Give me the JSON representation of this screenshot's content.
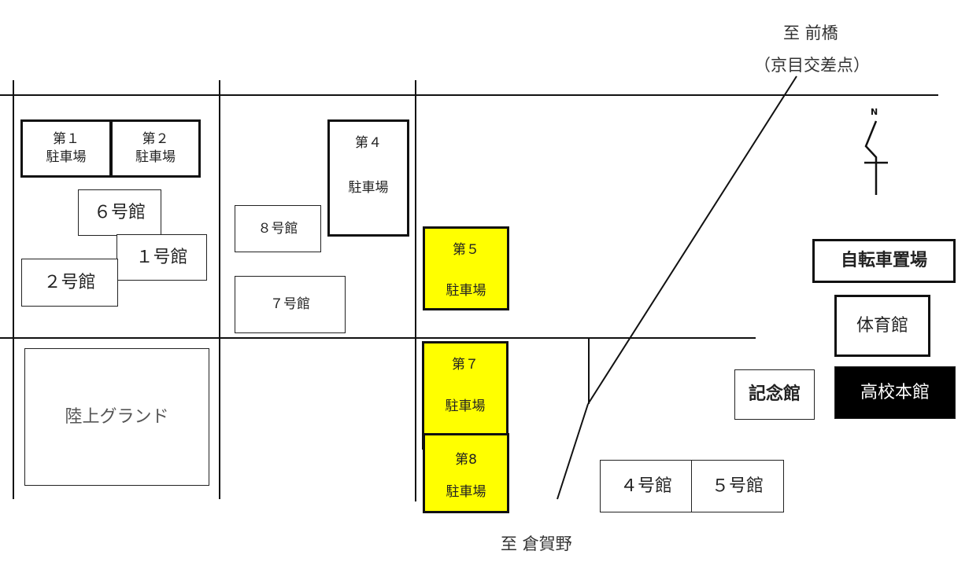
{
  "directions": {
    "north_dest": "至 前橋",
    "north_sub": "（京目交差点）",
    "south_dest": "至 倉賀野"
  },
  "compass_label": "N",
  "parking": {
    "p1": "第１\n駐車場",
    "p2": "第２\n駐車場",
    "p4_top": "第４",
    "p4_bottom": "駐車場",
    "p5_top": "第５",
    "p5_bottom": "駐車場",
    "p7_top": "第７",
    "p7_bottom": "駐車場",
    "p8_top": "第8",
    "p8_bottom": "駐車場"
  },
  "buildings": {
    "b6": "６号館",
    "b1": "１号館",
    "b2": "２号館",
    "b8": "８号館",
    "b7": "７号館",
    "field": "陸上グランド",
    "bicycle": "自転車置場",
    "gym": "体育館",
    "memorial": "記念館",
    "main": "高校本館",
    "b4": "４号館",
    "b5": "５号館"
  },
  "colors": {
    "parking_highlight": "#ffff00",
    "main_building": "#000000"
  }
}
